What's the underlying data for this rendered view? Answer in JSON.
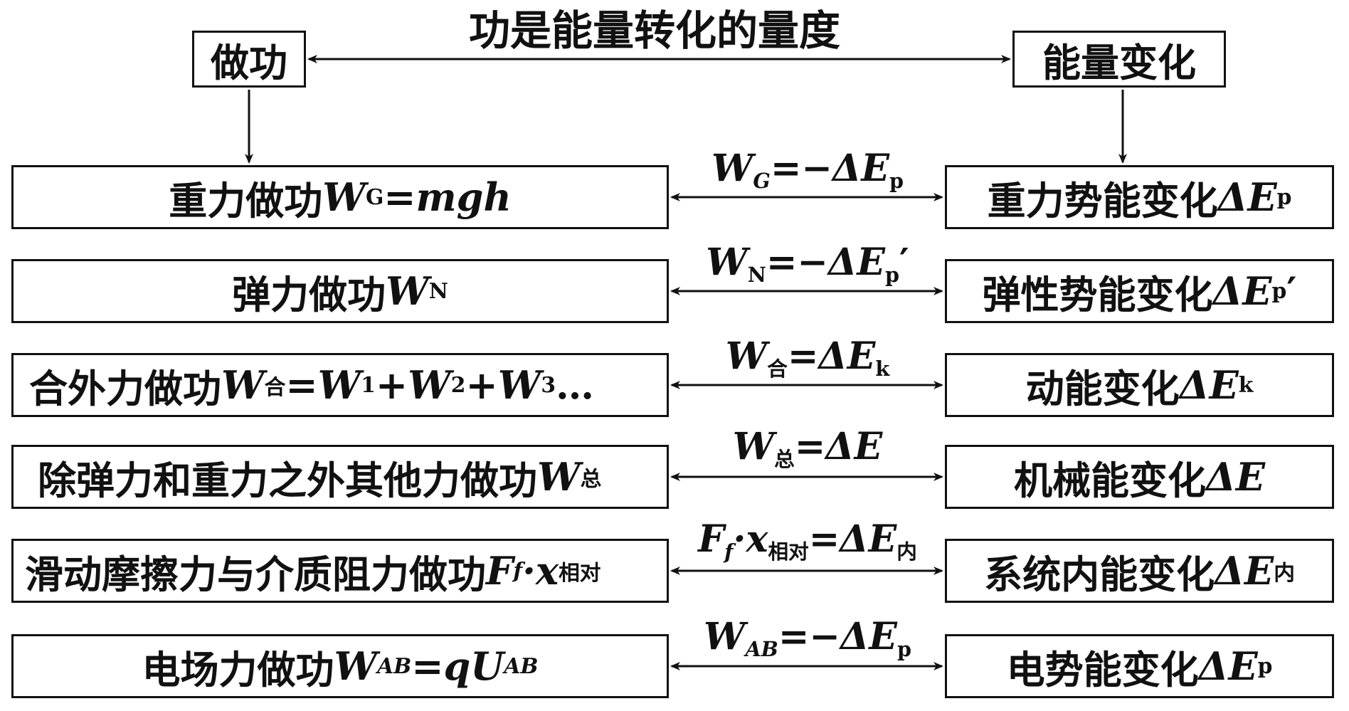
{
  "header": {
    "title": "功是能量转化的量度",
    "work_box": "做功",
    "energy_box": "能量变化"
  },
  "rows": [
    {
      "left_text": "重力做功",
      "left_formula": "W",
      "left_sub": "G",
      "left_tail": "=mgh",
      "relation": "W",
      "relation_sub": "G",
      "relation_tail": "=−ΔE",
      "relation_sub2": "p",
      "relation_end": "",
      "right_text": "重力势能变化",
      "right_formula": "ΔE",
      "right_sub": "p",
      "right_tail": ""
    },
    {
      "left_text": "弹力做功",
      "left_formula": "W",
      "left_sub": "N",
      "left_tail": "",
      "relation": "W",
      "relation_sub": "N",
      "relation_tail": "=−ΔE",
      "relation_sub2": "p",
      "relation_end": "′",
      "right_text": "弹性势能变化",
      "right_formula": "ΔE",
      "right_sub": "p",
      "right_tail": "′"
    },
    {
      "left_text": "合外力做功",
      "left_formula": "W",
      "left_sub": "合",
      "left_tail": "=W",
      "left_sub_b": "1",
      "left_tail_b": "+W",
      "left_sub_c": "2",
      "left_tail_c": "+W",
      "left_sub_d": "3",
      "left_tail_d": " …",
      "relation": "W",
      "relation_sub": "合",
      "relation_tail": "=ΔE",
      "relation_sub2": "k",
      "relation_end": "",
      "right_text": "动能变化",
      "right_formula": "ΔE",
      "right_sub": "k",
      "right_tail": ""
    },
    {
      "left_text": "除弹力和重力之外其他力做功",
      "left_formula": "W",
      "left_sub": "总",
      "left_tail": "",
      "relation": "W",
      "relation_sub": "总",
      "relation_tail": "=ΔE",
      "relation_sub2": "",
      "relation_end": "",
      "right_text": "机械能变化",
      "right_formula": "ΔE",
      "right_sub": "",
      "right_tail": ""
    },
    {
      "left_text": "滑动摩擦力与介质阻力做功",
      "left_formula": "F",
      "left_sub": "f",
      "left_tail": "·x",
      "left_sub_b": "相对",
      "relation": "F",
      "relation_sub": "f",
      "relation_tail": "·x",
      "relation_sub2": "相对",
      "relation_end": "=ΔE",
      "relation_sub3": "内",
      "right_text": "系统内能变化",
      "right_formula": "ΔE",
      "right_sub": "内",
      "right_tail": ""
    },
    {
      "left_text": "电场力做功",
      "left_formula": "W",
      "left_sub": "AB",
      "left_tail": "=qU",
      "left_sub_b": "AB",
      "relation": "W",
      "relation_sub": "AB",
      "relation_tail": "=−ΔE",
      "relation_sub2": "p",
      "relation_end": "",
      "right_text": "电势能变化",
      "right_formula": "ΔE",
      "right_sub": "p",
      "right_tail": ""
    }
  ]
}
